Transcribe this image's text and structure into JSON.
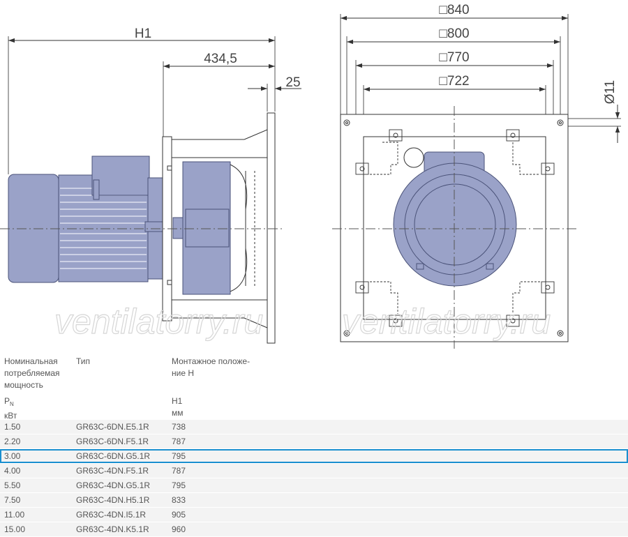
{
  "drawing": {
    "side_view": {
      "dim_h1": "H1",
      "dim_434": "434,5",
      "dim_25": "25"
    },
    "front_view": {
      "dim_840": "□840",
      "dim_800": "□800",
      "dim_770": "□770",
      "dim_722": "□722",
      "dim_hole": "Ø11"
    },
    "watermark": "ventilatorry.ru",
    "colors": {
      "motor_fill": "#9aa2c8",
      "motor_stroke": "#4a5278",
      "line": "#333333",
      "selection": "#1a8fcf"
    }
  },
  "table": {
    "headers": {
      "power_l1": "Номинальная",
      "power_l2": "потребляемая",
      "power_l3": "мощность",
      "power_sym": "P",
      "power_sub": "N",
      "power_unit": "кВт",
      "type": "Тип",
      "mount_l1": "Монтажное положе-",
      "mount_l2": "ние H",
      "h1": "H1",
      "h1_unit": "мм"
    },
    "rows": [
      {
        "power": "1.50",
        "type": "GR63C-6DN.E5.1R",
        "h1": "738"
      },
      {
        "power": "2.20",
        "type": "GR63C-6DN.F5.1R",
        "h1": "787"
      },
      {
        "power": "3.00",
        "type": "GR63C-6DN.G5.1R",
        "h1": "795"
      },
      {
        "power": "4.00",
        "type": "GR63C-4DN.F5.1R",
        "h1": "787"
      },
      {
        "power": "5.50",
        "type": "GR63C-4DN.G5.1R",
        "h1": "795"
      },
      {
        "power": "7.50",
        "type": "GR63C-4DN.H5.1R",
        "h1": "833"
      },
      {
        "power": "11.00",
        "type": "GR63C-4DN.I5.1R",
        "h1": "905"
      },
      {
        "power": "15.00",
        "type": "GR63C-4DN.K5.1R",
        "h1": "960"
      }
    ],
    "selected_row": 2
  }
}
